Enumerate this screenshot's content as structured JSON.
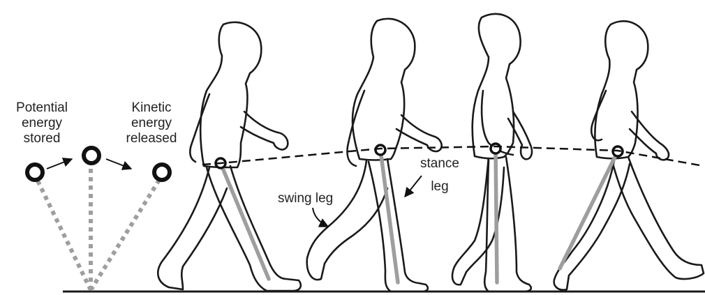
{
  "labels": {
    "potential_line1": "Potential",
    "potential_line2": "energy",
    "potential_line3": "stored",
    "kinetic_line1": "Kinetic",
    "kinetic_line2": "energy",
    "kinetic_line3": "released",
    "stance_line1": "stance",
    "stance_line2": "leg",
    "swing": "swing leg"
  },
  "colors": {
    "outline": "#1a1a1a",
    "bone": "#9e9e9e",
    "background": "#ffffff"
  },
  "figures": [
    "walker-1",
    "walker-2",
    "walker-3",
    "walker-4"
  ]
}
